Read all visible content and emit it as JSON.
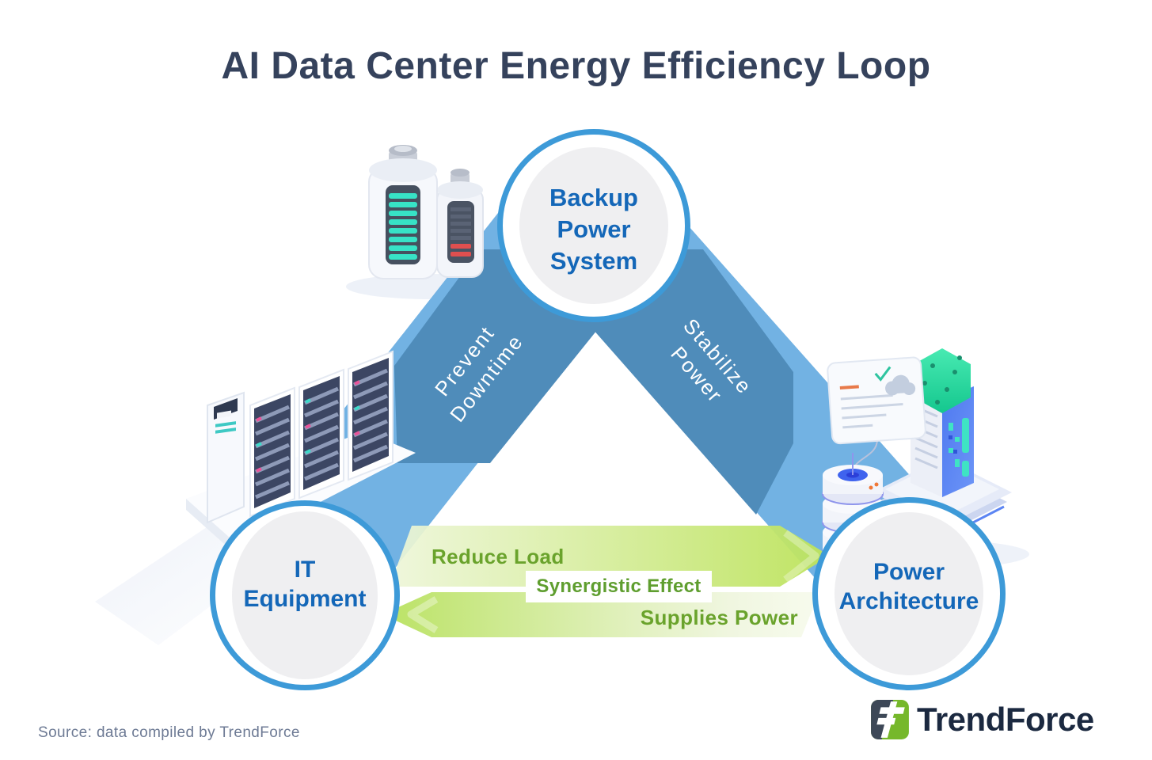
{
  "title": "AI Data Center Energy Efficiency Loop",
  "nodes": {
    "backup": {
      "line1": "Backup",
      "line2": "Power",
      "line3": "System"
    },
    "it": {
      "line1": "IT",
      "line2": "Equipment"
    },
    "power": {
      "line1": "Power",
      "line2": "Architecture"
    }
  },
  "edges": {
    "prevent_downtime": {
      "line1": "Prevent",
      "line2": "Downtime"
    },
    "stabilize_power": {
      "line1": "Stabilize",
      "line2": "Power"
    },
    "reduce_load": {
      "label": "Reduce Load"
    },
    "supplies_power": {
      "label": "Supplies Power"
    },
    "synergistic_effect": {
      "label": "Synergistic Effect"
    }
  },
  "footer": {
    "source": "Source: data compiled by TrendForce",
    "brand": "TrendForce"
  },
  "colors": {
    "title_navy": "#35425c",
    "node_ring_blue": "#3d9ad8",
    "node_text_blue": "#1467b8",
    "band_dark_blue": "#4f8cba",
    "band_light_blue": "#72b2e3",
    "arrow_green": "#bce35a",
    "green_label": "#6aa32c",
    "battery_teal": "#37e2c6",
    "battery_red": "#e04f4f",
    "brand_green": "#76b82b",
    "brand_navy": "#1b2940"
  },
  "icons": [
    "battery-full-icon",
    "battery-low-icon",
    "server-rack-icon",
    "dashboard-card-icon",
    "cloud-icon",
    "database-stack-icon",
    "server-tower-icon",
    "data-cube-icon",
    "trendforce-logo-icon"
  ]
}
